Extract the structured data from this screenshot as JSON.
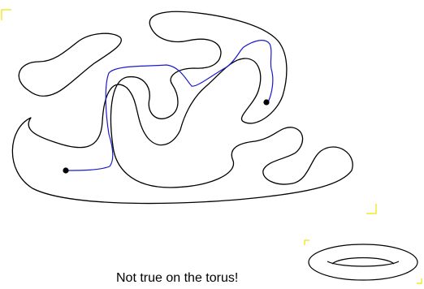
{
  "caption": "Not true on the torus!",
  "colors": {
    "background": "#ffffff",
    "region_outline": "#000000",
    "path": "#1a1acc",
    "endpoints": "#000000",
    "corner_marks": "#f2e200"
  },
  "figure": {
    "region": "closed-curve-region",
    "path": "path-between-two-points",
    "endpoints": 2,
    "inset": "torus-sketch"
  }
}
